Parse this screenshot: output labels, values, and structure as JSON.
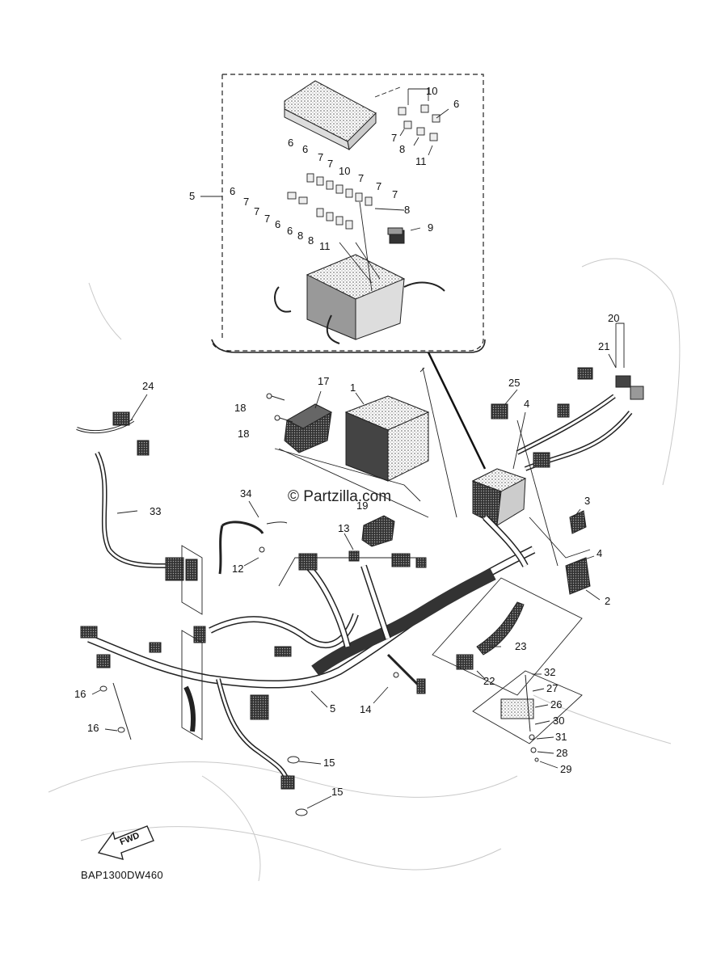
{
  "diagram": {
    "code": "BAP1300DW460",
    "watermark": "© Partzilla.com",
    "direction_label": "FWD"
  },
  "callouts": {
    "c10a": "10",
    "c6a": "6",
    "c7a": "7",
    "c8a": "8",
    "c11a": "11",
    "c6b": "6",
    "c6c": "6",
    "c7b": "7",
    "c7c": "7",
    "c10b": "10",
    "c7d": "7",
    "c7e": "7",
    "c7f": "7",
    "c8b": "8",
    "c5a": "5",
    "c6d": "6",
    "c7g": "7",
    "c7h": "7",
    "c7i": "7",
    "c6e": "6",
    "c6f": "6",
    "c8c": "8",
    "c8d": "8",
    "c11b": "11",
    "c9": "9",
    "c20": "20",
    "c21": "21",
    "c24": "24",
    "c17": "17",
    "c1": "1",
    "c18a": "18",
    "c18b": "18",
    "c25": "25",
    "c4a": "4",
    "c33": "33",
    "c34": "34",
    "c19": "19",
    "c13": "13",
    "c12": "12",
    "c3": "3",
    "c4b": "4",
    "c2": "2",
    "c23": "23",
    "c22": "22",
    "c32": "32",
    "c27": "27",
    "c26": "26",
    "c30": "30",
    "c31": "31",
    "c28": "28",
    "c29": "29",
    "c16a": "16",
    "c16b": "16",
    "c5b": "5",
    "c14": "14",
    "c15a": "15",
    "c15b": "15"
  }
}
